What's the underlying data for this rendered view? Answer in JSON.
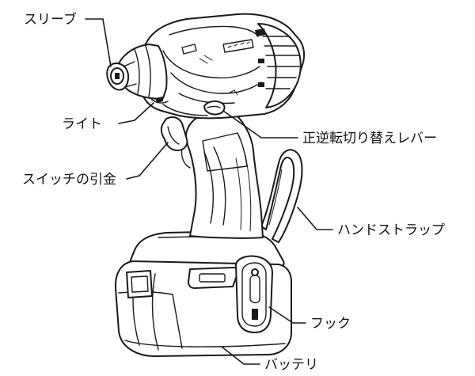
{
  "labels": {
    "sleeve": "スリーブ",
    "light": "ライト",
    "trigger": "スイッチの引金",
    "reversing_lever": "正逆転切り替えレバー",
    "hand_strap": "ハンドストラップ",
    "hook": "フック",
    "battery": "バッテリ"
  },
  "colors": {
    "line": "#1a1a1a",
    "background": "#ffffff"
  }
}
